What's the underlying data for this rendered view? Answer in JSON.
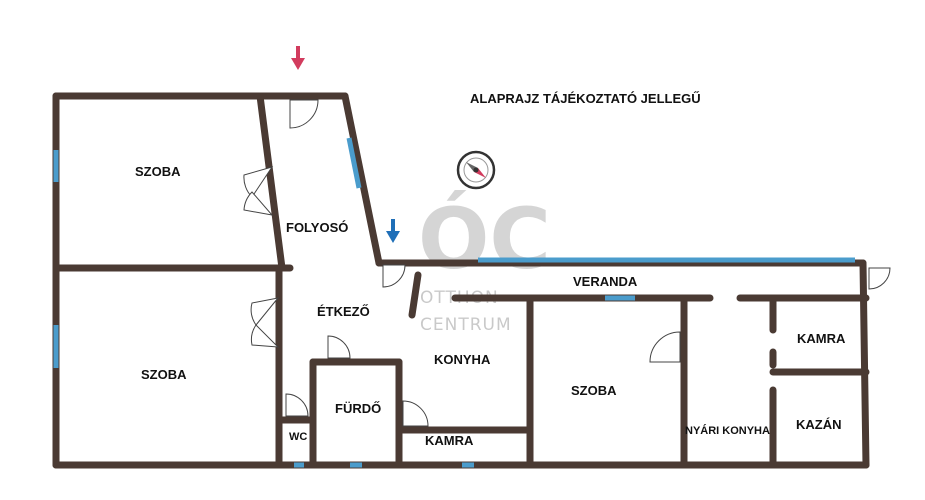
{
  "header": {
    "title": "ALAPRAJZ TÁJÉKOZTATÓ JELLEGŰ"
  },
  "watermark": {
    "logo": "ÓC",
    "line1": "OTTHON",
    "line2": "CENTRUM"
  },
  "rooms": {
    "szoba_top": "SZOBA",
    "szoba_bottom": "SZOBA",
    "folyoso": "FOLYOSÓ",
    "etkezo": "ÉTKEZŐ",
    "veranda": "VERANDA",
    "konyha": "KONYHA",
    "szoba_right": "SZOBA",
    "furdo": "FÜRDŐ",
    "wc": "WC",
    "kamra_bottom": "KAMRA",
    "nyari_konyha": "NYÁRI KONYHA",
    "kamra_right": "KAMRA",
    "kazan": "KAZÁN"
  },
  "colors": {
    "wall": "#4a3a33",
    "window": "#4a9ccc",
    "entrance_arrow": "#d23c5e",
    "entry_arrow": "#1f6fb8"
  },
  "icons": [
    "entrance-arrow-icon",
    "entry-arrow-icon",
    "compass-icon"
  ]
}
